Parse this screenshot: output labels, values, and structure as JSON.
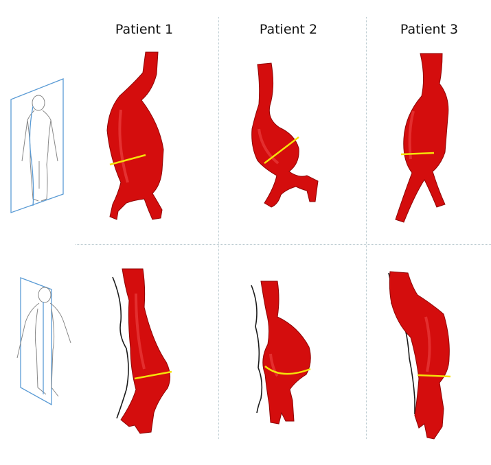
{
  "headers": [
    "Patient 1",
    "Patient 2",
    "Patient 3"
  ],
  "colors": {
    "aorta": "#d40d0d",
    "aorta_dark": "#8e0606",
    "measure_line": "#f5e20a",
    "plane": "#5a9bd5",
    "figure": "#8a8a8a",
    "profile": "#1a1a1a"
  },
  "icons": {
    "row1": "coronal-plane-human-icon",
    "row2": "sagittal-plane-human-icon"
  }
}
